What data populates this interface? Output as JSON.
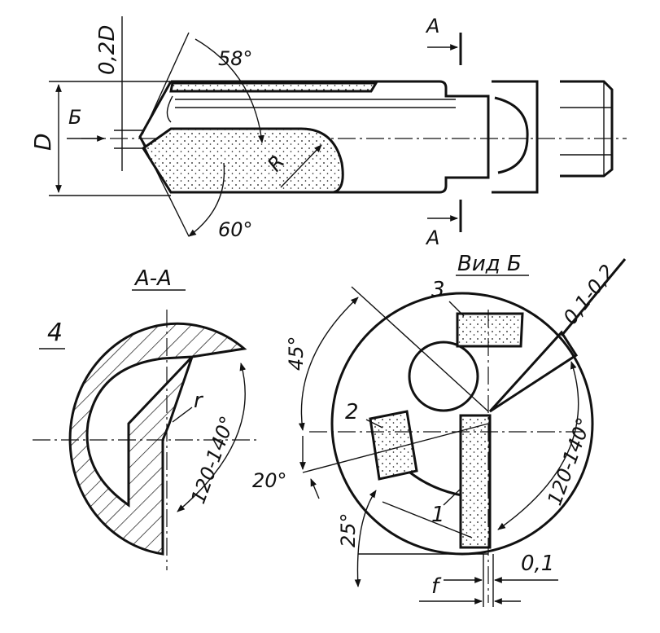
{
  "labels": {
    "dim_02D": "0,2D",
    "dim_D": "D",
    "view_arrow_B": "Б",
    "angle_58": "58°",
    "angle_60": "60°",
    "radius_R": "R",
    "section_mark_top": "А",
    "section_mark_bottom": "А",
    "section_title": "А-А",
    "part_4": "4",
    "radius_r": "r",
    "angle_120_140_left": "120-140°",
    "view_title": "Вид Б",
    "part_3": "3",
    "dim_01_02": "0,1-0,2",
    "angle_45": "45°",
    "part_2": "2",
    "angle_20": "20°",
    "angle_120_140_right": "120-140°",
    "part_1": "1",
    "angle_25": "25°",
    "dim_f": "f",
    "dim_01": "0,1"
  }
}
